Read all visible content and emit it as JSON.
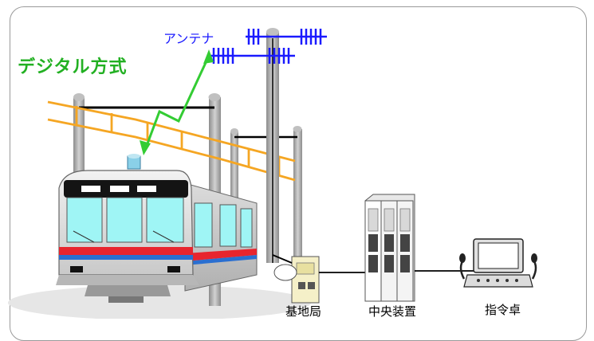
{
  "labels": {
    "digital_system": "デジタル方式",
    "antenna": "アンテナ",
    "base_station": "基地局",
    "central_unit": "中央装置",
    "dispatch_console": "指令卓"
  },
  "colors": {
    "digital_label": "#22b022",
    "antenna_label": "#1a1aff",
    "overhead_wire": "#f5a623",
    "radio_wave": "#33cc33",
    "train_stripe_red": "#e8252e",
    "train_stripe_blue": "#2a6fd1",
    "train_window": "#9ff5f5"
  }
}
